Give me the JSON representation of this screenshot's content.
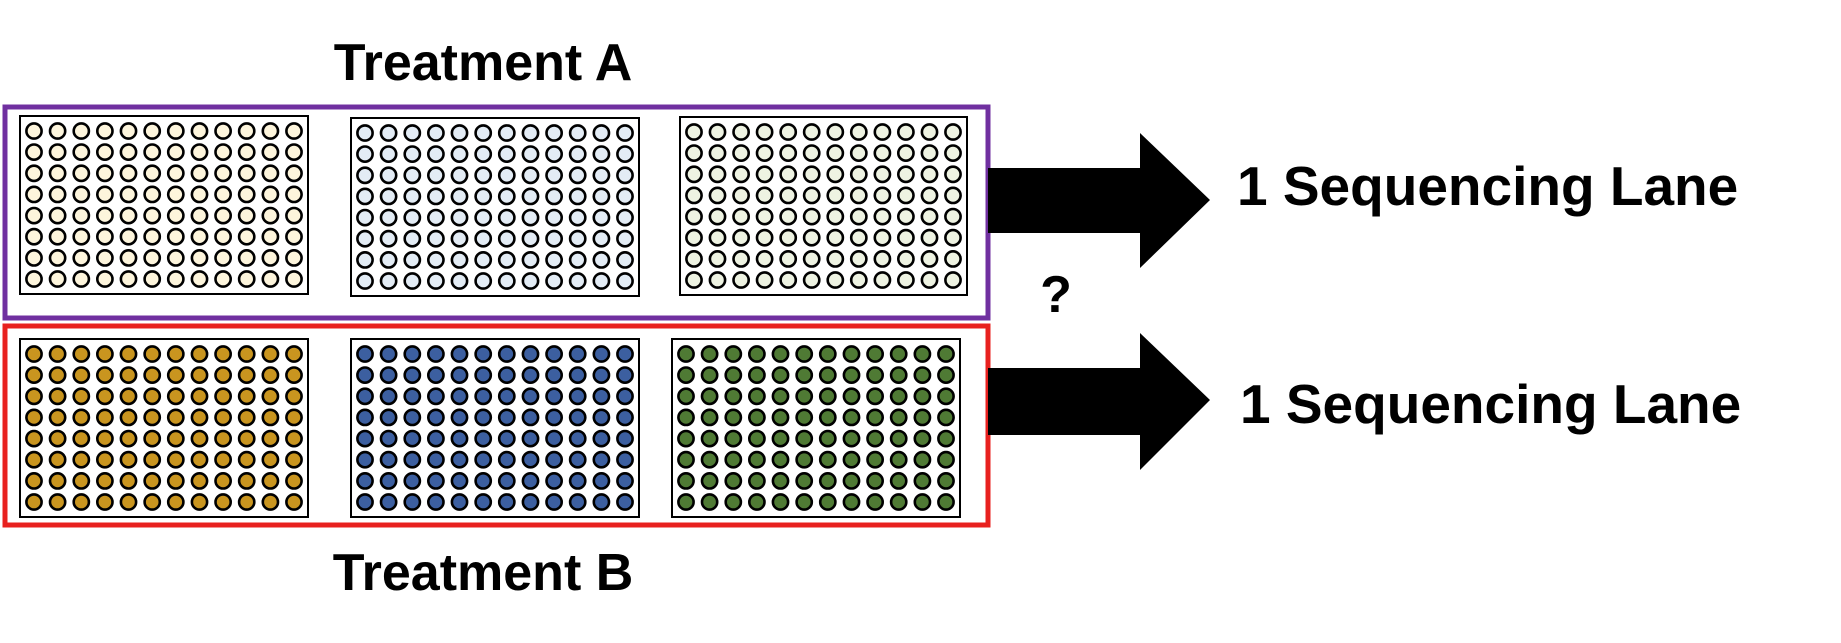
{
  "treatment_a": {
    "title": "Treatment A",
    "border_color": "#7030a0",
    "plates": [
      {
        "well_fill": "#fdf5dc",
        "rows": 8,
        "cols": 12
      },
      {
        "well_fill": "#e3ecf5",
        "rows": 8,
        "cols": 12
      },
      {
        "well_fill": "#eef3e2",
        "rows": 8,
        "cols": 12
      }
    ],
    "output_label": "1 Sequencing Lane"
  },
  "treatment_b": {
    "title": "Treatment B",
    "border_color": "#e8211f",
    "plates": [
      {
        "well_fill": "#c9951f",
        "rows": 8,
        "cols": 12
      },
      {
        "well_fill": "#3c5fa0",
        "rows": 8,
        "cols": 12
      },
      {
        "well_fill": "#4f7a34",
        "rows": 8,
        "cols": 12
      }
    ],
    "output_label": "1 Sequencing Lane"
  },
  "question_mark": "?"
}
